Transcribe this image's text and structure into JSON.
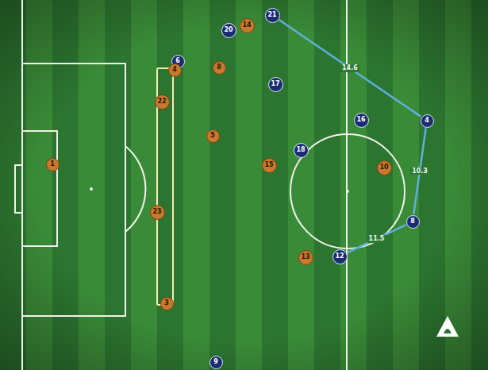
{
  "diagram": {
    "nodes": [
      {
        "text": [
          "21"
        ]
      },
      {
        "text": [
          "14"
        ]
      },
      {
        "text": [
          "20"
        ]
      },
      {
        "text": [
          "6"
        ]
      },
      {
        "text": [
          "8"
        ]
      },
      {
        "text": [
          "4"
        ]
      },
      {
        "text": [
          "17"
        ]
      },
      {
        "text": [
          "22"
        ]
      },
      {
        "text": [
          "16"
        ]
      },
      {
        "text": [
          "4"
        ]
      },
      {
        "text": [
          "5"
        ]
      },
      {
        "text": [
          "18"
        ]
      },
      {
        "text": [
          "1"
        ]
      },
      {
        "text": [
          "15"
        ]
      },
      {
        "text": [
          "10"
        ]
      },
      {
        "text": [
          "23"
        ]
      },
      {
        "text": [
          "8"
        ]
      },
      {
        "text": [
          "12"
        ]
      },
      {
        "text": [
          "13"
        ]
      },
      {
        "text": [
          "3"
        ]
      },
      {
        "text": [
          "9"
        ]
      }
    ],
    "edges": [
      {
        "from": 0,
        "to": 9,
        "arrow": "none",
        "label": "14.6"
      },
      {
        "from": 9,
        "to": 16,
        "arrow": "none",
        "label": "10.3"
      },
      {
        "from": 16,
        "to": 17,
        "arrow": "none",
        "label": "11.5"
      }
    ]
  }
}
